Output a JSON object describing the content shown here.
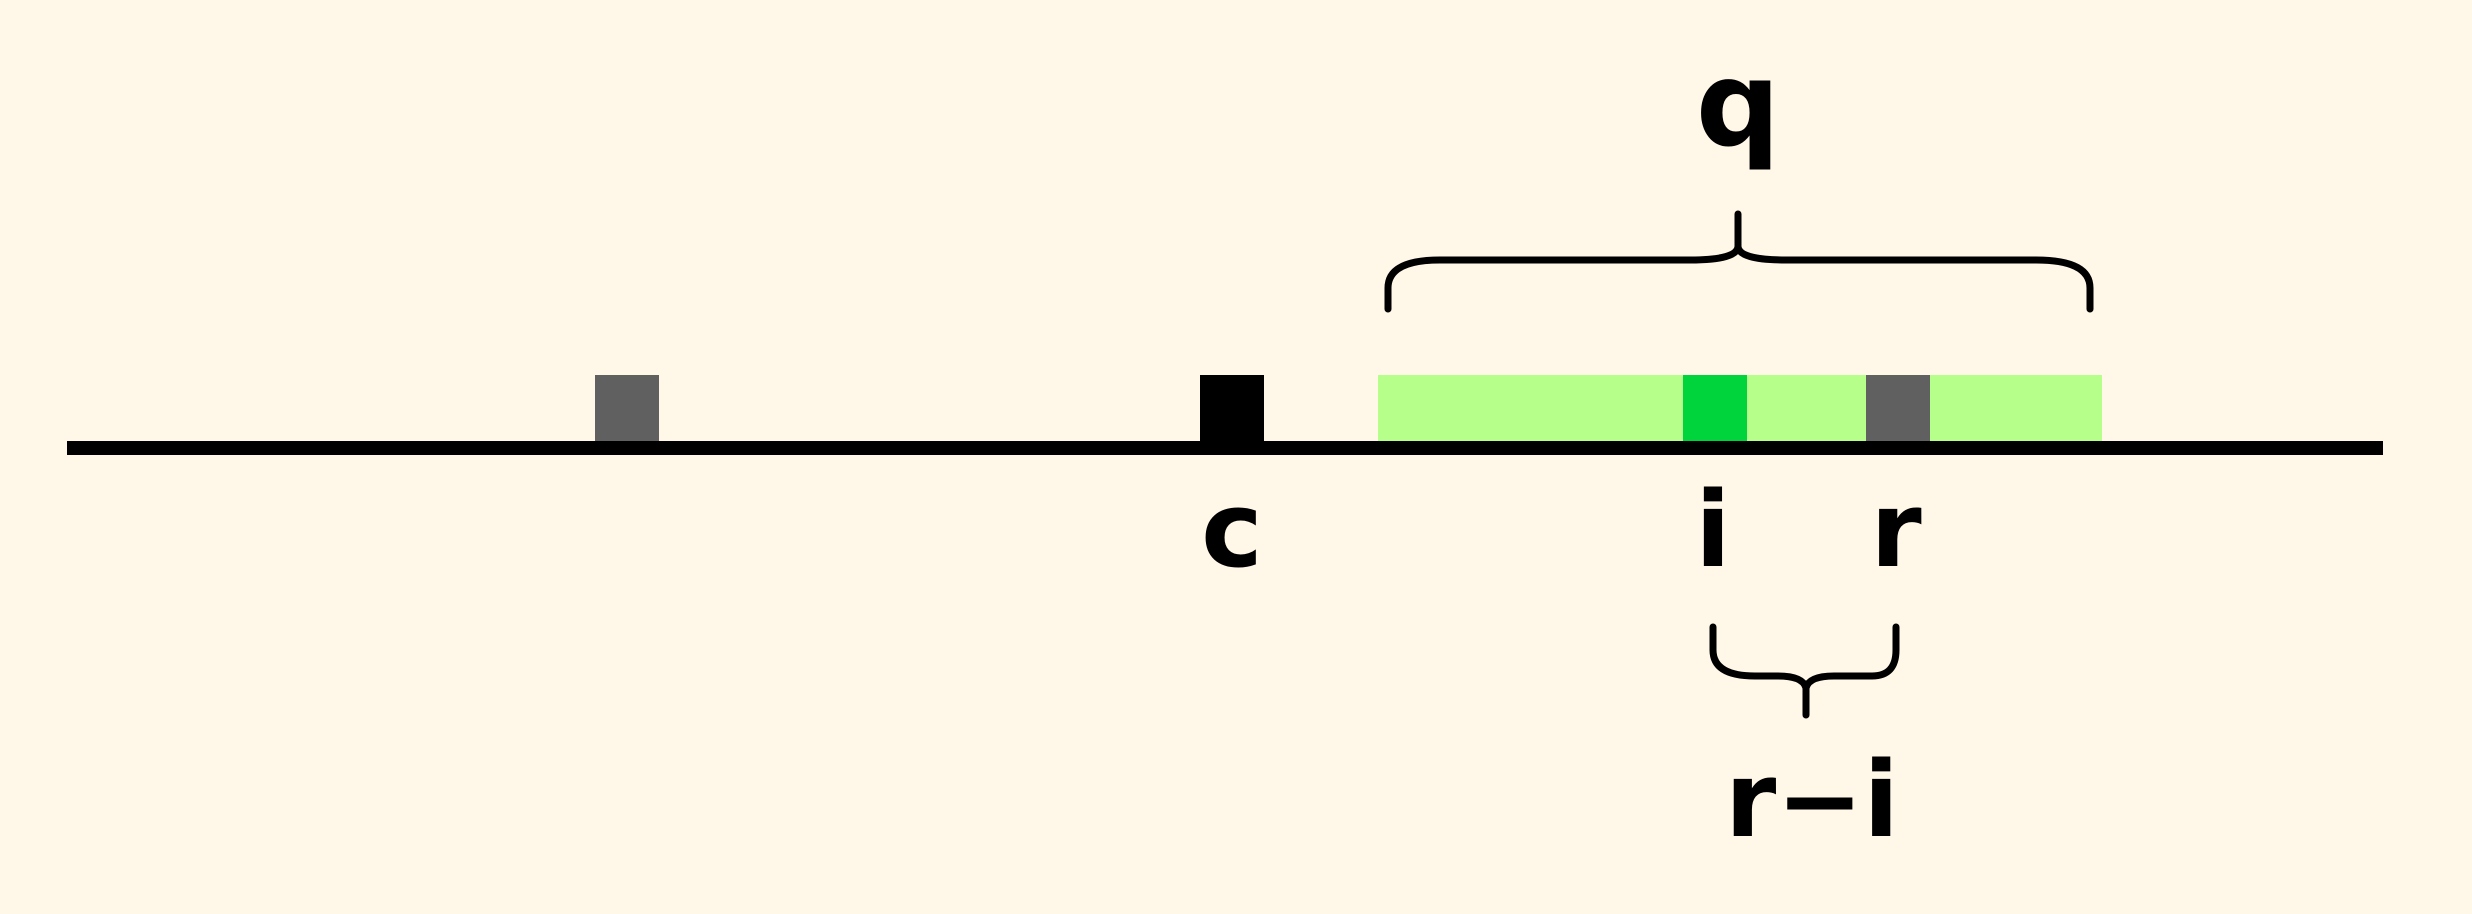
{
  "colors": {
    "background": "#FFF8E9",
    "axis": "#000000",
    "gray_marker": "#606060",
    "current_marker": "#000000",
    "window": "#B5FF8A",
    "index_marker": "#00D43C"
  },
  "labels": {
    "q": "q",
    "c": "c",
    "i": "i",
    "r": "r",
    "r_minus_i": "r−i"
  }
}
